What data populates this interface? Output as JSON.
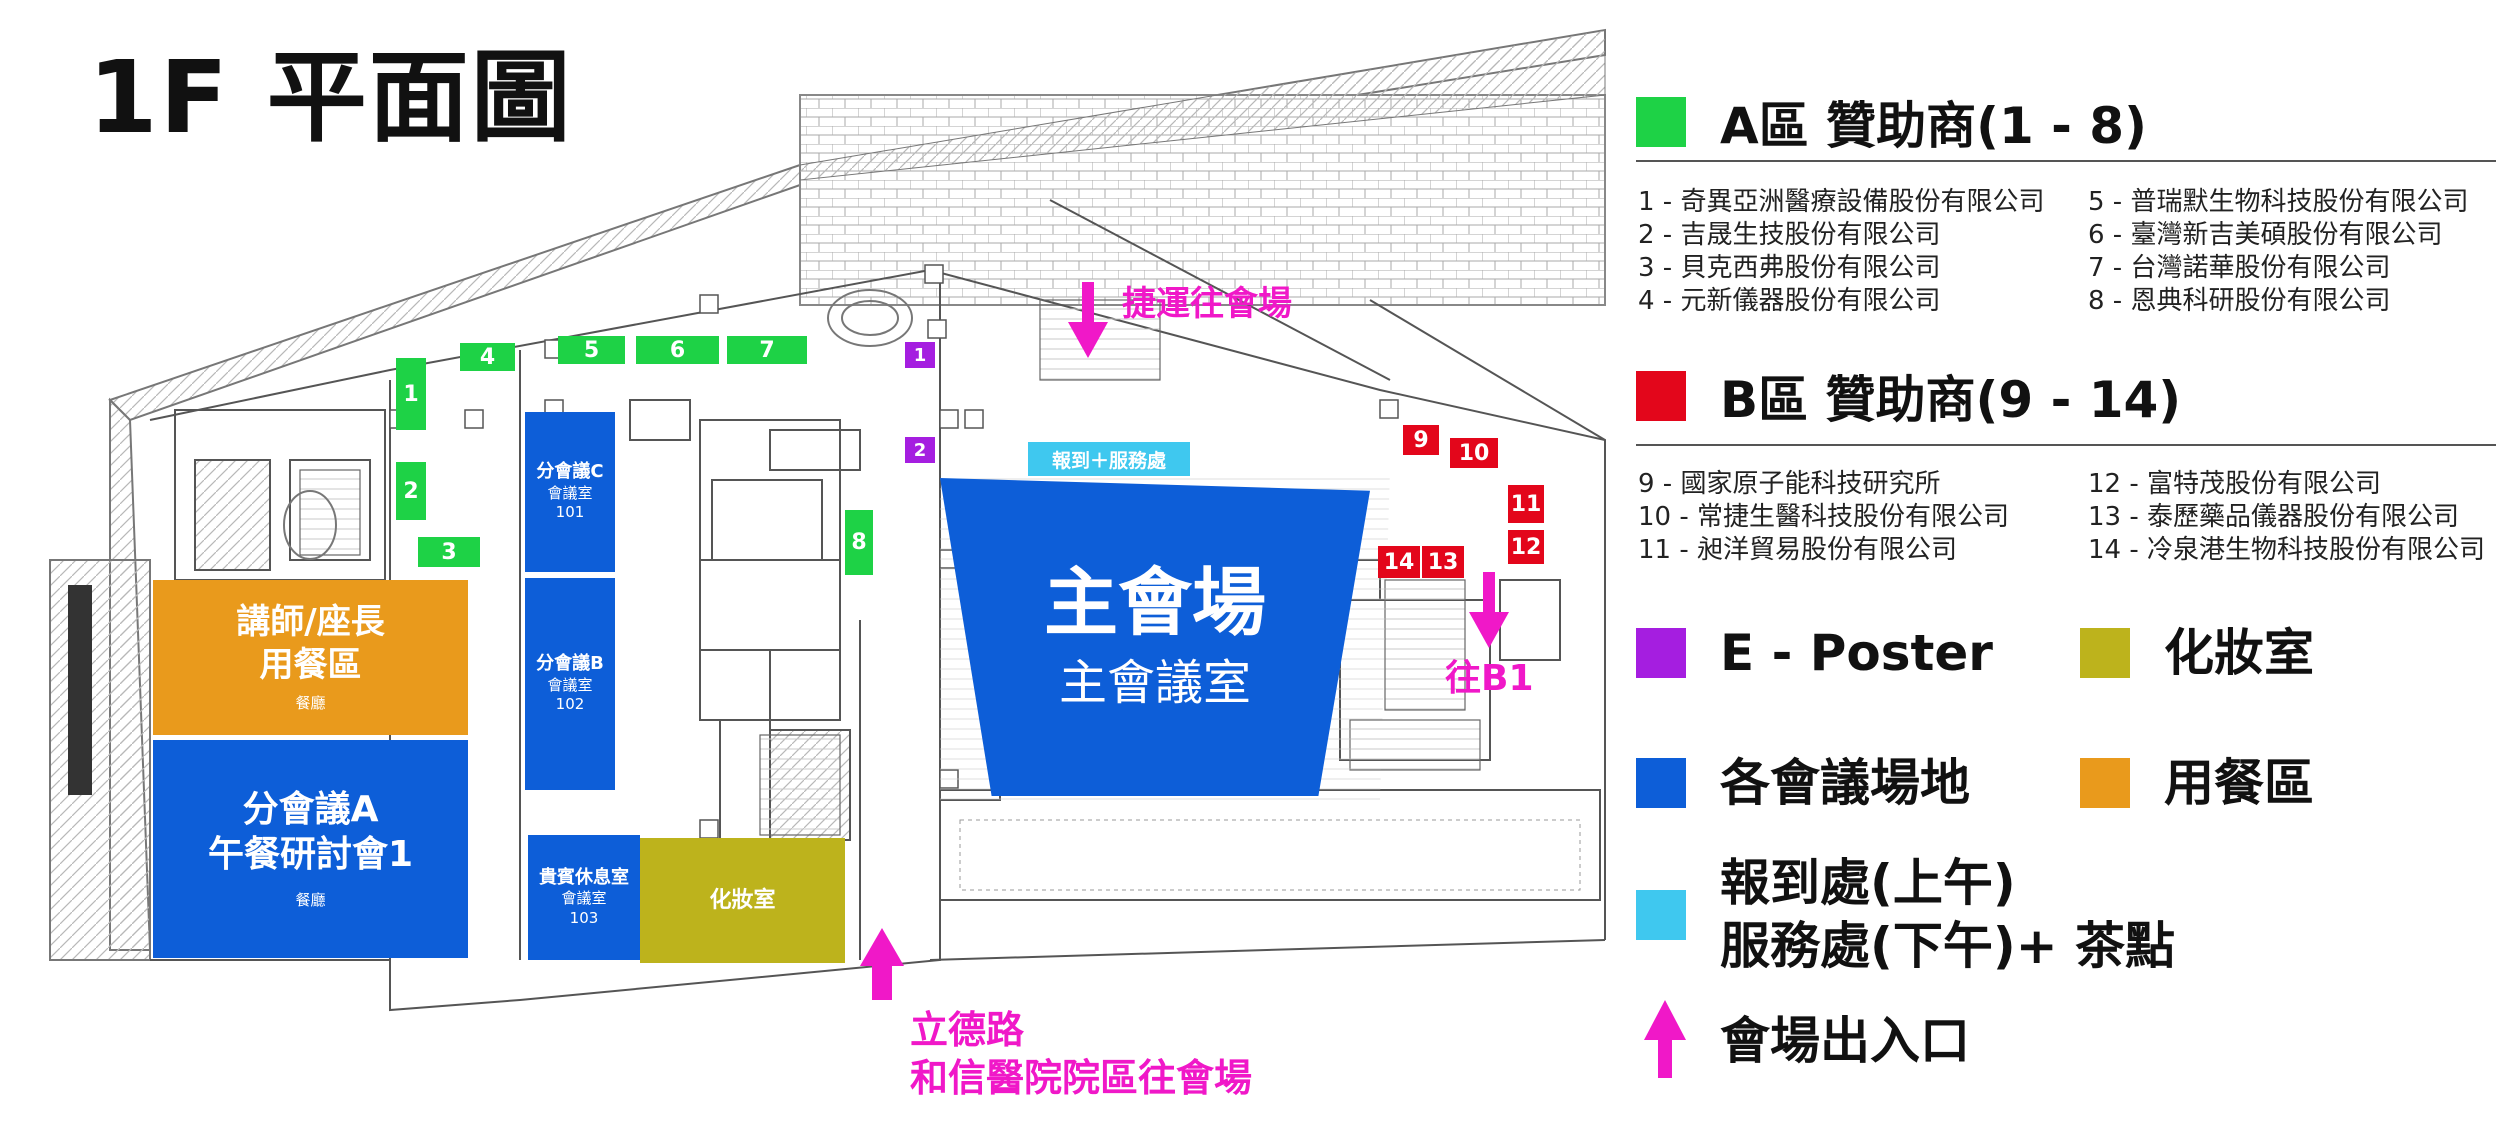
{
  "title": "1F 平面圖",
  "floor_plan": {
    "main_hall": {
      "name": "主會場",
      "sub": "主會議室"
    },
    "checkin_tag": "報到＋服務處",
    "room_c": {
      "name": "分會議C",
      "type": "會議室",
      "number": "101"
    },
    "room_b": {
      "name": "分會議B",
      "type": "會議室",
      "number": "102"
    },
    "room_a": {
      "line1": "分會議A",
      "line2": "午餐研討會1",
      "type": "餐廳"
    },
    "speaker_dining": {
      "line1": "講師/座長",
      "line2": "用餐區",
      "type": "餐廳"
    },
    "vip_lounge": {
      "name": "貴賓休息室",
      "type": "會議室",
      "number": "103"
    },
    "makeup_room": {
      "name": "化妝室"
    },
    "booths": {
      "a": [
        "1",
        "2",
        "3",
        "4",
        "5",
        "6",
        "7",
        "8"
      ],
      "b": [
        "9",
        "10",
        "11",
        "12",
        "13",
        "14"
      ],
      "e": [
        "1",
        "2"
      ]
    },
    "directions": {
      "mrt": "捷運往會場",
      "b1": "往B1",
      "street_line1": "立德路",
      "street_line2": "和信醫院院區往會場"
    }
  },
  "legend": {
    "sections": [
      {
        "title": "A區 贊助商(1 - 8)",
        "color": "#1ed246",
        "companies": [
          "1 - 奇異亞洲醫療設備股份有限公司",
          "2 - 吉晟生技股份有限公司",
          "3 - 貝克西弗股份有限公司",
          "4 - 元新儀器股份有限公司",
          "5 - 普瑞默生物科技股份有限公司",
          "6 - 臺灣新吉美碩股份有限公司",
          "7 - 台灣諾華股份有限公司",
          "8 - 恩典科研股份有限公司"
        ]
      },
      {
        "title": "B區 贊助商(9 - 14)",
        "color": "#e3061b",
        "companies": [
          "9 - 國家原子能科技研究所",
          "10 - 常捷生醫科技股份有限公司",
          "11 - 昶洋貿易股份有限公司",
          "12 - 富特茂股份有限公司",
          "13 - 泰歷藥品儀器股份有限公司",
          "14 - 冷泉港生物科技股份有限公司"
        ]
      }
    ],
    "keys": {
      "eposter": {
        "label": "E - Poster",
        "color": "#a51ee0"
      },
      "makeup": {
        "label": "化妝室",
        "color": "#bdb31c"
      },
      "rooms": {
        "label": "各會議場地",
        "color": "#0d5ed8"
      },
      "dining": {
        "label": "用餐區",
        "color": "#e99a1c"
      },
      "checkin": {
        "line1": "報到處(上午)",
        "line2": "服務處(下午)+ 茶點",
        "color": "#3fc8ef"
      },
      "entrance": {
        "label": "會場出入口",
        "color": "#f018c8"
      }
    }
  }
}
